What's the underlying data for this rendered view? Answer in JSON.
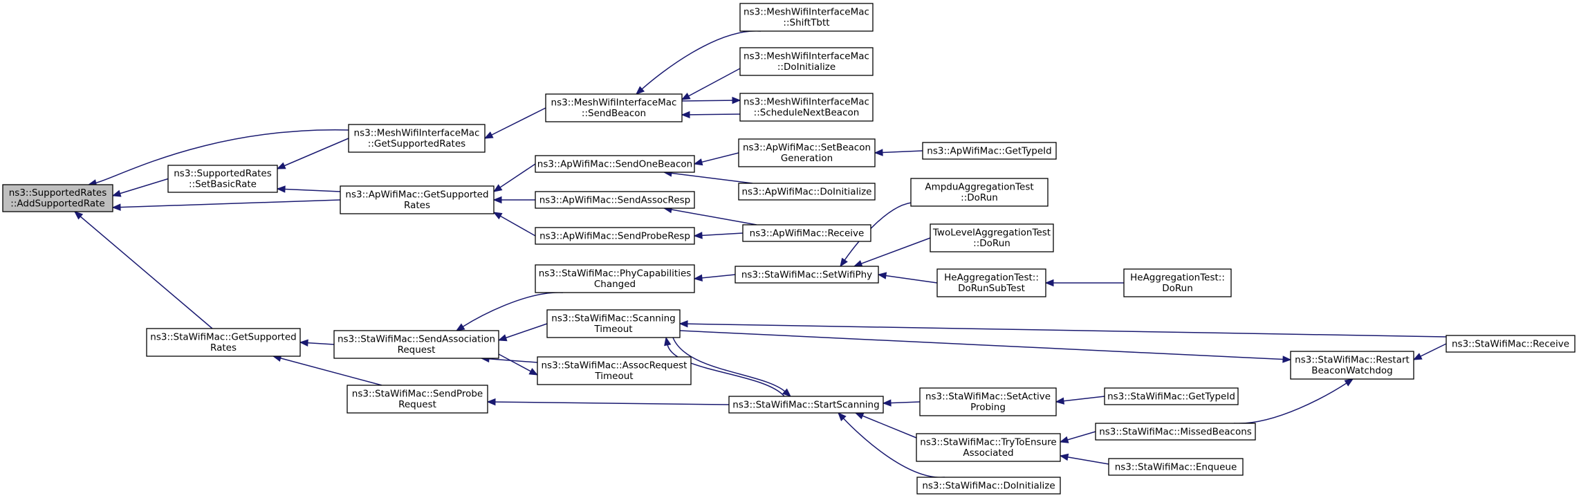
{
  "nodes": [
    {
      "id": "root",
      "lines": [
        "ns3::SupportedRates",
        "::AddSupportedRate"
      ],
      "root": true
    },
    {
      "id": "sr_setbasic",
      "lines": [
        "ns3::SupportedRates",
        "::SetBasicRate"
      ]
    },
    {
      "id": "mesh_getsup",
      "lines": [
        "ns3::MeshWifiInterfaceMac",
        "::GetSupportedRates"
      ]
    },
    {
      "id": "ap_getsup",
      "lines": [
        "ns3::ApWifiMac::GetSupported",
        "Rates"
      ]
    },
    {
      "id": "sta_getsup",
      "lines": [
        "ns3::StaWifiMac::GetSupported",
        "Rates"
      ]
    },
    {
      "id": "mesh_sendbeacon",
      "lines": [
        "ns3::MeshWifiInterfaceMac",
        "::SendBeacon"
      ]
    },
    {
      "id": "mesh_shifttbtt",
      "lines": [
        "ns3::MeshWifiInterfaceMac",
        "::ShiftTbtt"
      ]
    },
    {
      "id": "mesh_doinit",
      "lines": [
        "ns3::MeshWifiInterfaceMac",
        "::DoInitialize"
      ]
    },
    {
      "id": "mesh_schednext",
      "lines": [
        "ns3::MeshWifiInterfaceMac",
        "::ScheduleNextBeacon"
      ]
    },
    {
      "id": "ap_sendone",
      "lines": [
        "ns3::ApWifiMac::SendOneBeacon"
      ]
    },
    {
      "id": "ap_sendassoc",
      "lines": [
        "ns3::ApWifiMac::SendAssocResp"
      ]
    },
    {
      "id": "ap_sendprobe",
      "lines": [
        "ns3::ApWifiMac::SendProbeResp"
      ]
    },
    {
      "id": "ap_setbeacon",
      "lines": [
        "ns3::ApWifiMac::SetBeacon",
        "Generation"
      ]
    },
    {
      "id": "ap_doinit",
      "lines": [
        "ns3::ApWifiMac::DoInitialize"
      ]
    },
    {
      "id": "ap_receive",
      "lines": [
        "ns3::ApWifiMac::Receive"
      ]
    },
    {
      "id": "ap_gettypeid",
      "lines": [
        "ns3::ApWifiMac::GetTypeId"
      ]
    },
    {
      "id": "sta_phycap",
      "lines": [
        "ns3::StaWifiMac::PhyCapabilities",
        "Changed"
      ]
    },
    {
      "id": "sta_setwifiphy",
      "lines": [
        "ns3::StaWifiMac::SetWifiPhy"
      ]
    },
    {
      "id": "ampdu_dorun",
      "lines": [
        "AmpduAggregationTest",
        "::DoRun"
      ]
    },
    {
      "id": "twolevel_dorun",
      "lines": [
        "TwoLevelAggregationTest",
        "::DoRun"
      ]
    },
    {
      "id": "he_dorunsub",
      "lines": [
        "HeAggregationTest::",
        "DoRunSubTest"
      ]
    },
    {
      "id": "he_dorun",
      "lines": [
        "HeAggregationTest::",
        "DoRun"
      ]
    },
    {
      "id": "sta_sendassocreq",
      "lines": [
        "ns3::StaWifiMac::SendAssociation",
        "Request"
      ]
    },
    {
      "id": "sta_scantimeout",
      "lines": [
        "ns3::StaWifiMac::Scanning",
        "Timeout"
      ]
    },
    {
      "id": "sta_assocreqtimeout",
      "lines": [
        "ns3::StaWifiMac::AssocRequest",
        "Timeout"
      ]
    },
    {
      "id": "sta_sendprobereq",
      "lines": [
        "ns3::StaWifiMac::SendProbe",
        "Request"
      ]
    },
    {
      "id": "sta_startscan",
      "lines": [
        "ns3::StaWifiMac::StartScanning"
      ]
    },
    {
      "id": "sta_setactive",
      "lines": [
        "ns3::StaWifiMac::SetActive",
        "Probing"
      ]
    },
    {
      "id": "sta_trytoensure",
      "lines": [
        "ns3::StaWifiMac::TryToEnsure",
        "Associated"
      ]
    },
    {
      "id": "sta_doinit",
      "lines": [
        "ns3::StaWifiMac::DoInitialize"
      ]
    },
    {
      "id": "sta_gettypeid",
      "lines": [
        "ns3::StaWifiMac::GetTypeId"
      ]
    },
    {
      "id": "sta_missed",
      "lines": [
        "ns3::StaWifiMac::MissedBeacons"
      ]
    },
    {
      "id": "sta_enqueue",
      "lines": [
        "ns3::StaWifiMac::Enqueue"
      ]
    },
    {
      "id": "sta_restart",
      "lines": [
        "ns3::StaWifiMac::Restart",
        "BeaconWatchdog"
      ]
    },
    {
      "id": "sta_receive",
      "lines": [
        "ns3::StaWifiMac::Receive"
      ]
    }
  ],
  "edges": [
    {
      "from": "sr_setbasic",
      "to": "root"
    },
    {
      "from": "mesh_getsup",
      "to": "root"
    },
    {
      "from": "ap_getsup",
      "to": "root"
    },
    {
      "from": "sta_getsup",
      "to": "root"
    },
    {
      "from": "mesh_getsup",
      "to": "sr_setbasic"
    },
    {
      "from": "ap_getsup",
      "to": "sr_setbasic"
    },
    {
      "from": "mesh_sendbeacon",
      "to": "mesh_getsup"
    },
    {
      "from": "mesh_shifttbtt",
      "to": "mesh_sendbeacon"
    },
    {
      "from": "mesh_doinit",
      "to": "mesh_sendbeacon"
    },
    {
      "from": "mesh_schednext",
      "to": "mesh_sendbeacon"
    },
    {
      "from": "mesh_sendbeacon",
      "to": "mesh_schednext"
    },
    {
      "from": "ap_sendone",
      "to": "ap_getsup"
    },
    {
      "from": "ap_sendassoc",
      "to": "ap_getsup"
    },
    {
      "from": "ap_sendprobe",
      "to": "ap_getsup"
    },
    {
      "from": "ap_setbeacon",
      "to": "ap_sendone"
    },
    {
      "from": "ap_doinit",
      "to": "ap_sendone"
    },
    {
      "from": "ap_gettypeid",
      "to": "ap_setbeacon"
    },
    {
      "from": "ap_receive",
      "to": "ap_sendassoc"
    },
    {
      "from": "ap_receive",
      "to": "ap_sendprobe"
    },
    {
      "from": "sta_sendassocreq",
      "to": "sta_getsup"
    },
    {
      "from": "sta_sendprobereq",
      "to": "sta_getsup"
    },
    {
      "from": "sta_phycap",
      "to": "sta_sendassocreq"
    },
    {
      "from": "sta_scantimeout",
      "to": "sta_sendassocreq"
    },
    {
      "from": "sta_assocreqtimeout",
      "to": "sta_sendassocreq"
    },
    {
      "from": "sta_sendassocreq",
      "to": "sta_assocreqtimeout"
    },
    {
      "from": "sta_setwifiphy",
      "to": "sta_phycap"
    },
    {
      "from": "ampdu_dorun",
      "to": "sta_setwifiphy"
    },
    {
      "from": "twolevel_dorun",
      "to": "sta_setwifiphy"
    },
    {
      "from": "he_dorunsub",
      "to": "sta_setwifiphy"
    },
    {
      "from": "he_dorun",
      "to": "he_dorunsub"
    },
    {
      "from": "sta_startscan",
      "to": "sta_scantimeout"
    },
    {
      "from": "sta_scantimeout",
      "to": "sta_startscan"
    },
    {
      "from": "sta_receive",
      "to": "sta_scantimeout"
    },
    {
      "from": "sta_scantimeout",
      "to": "sta_restart"
    },
    {
      "from": "sta_startscan",
      "to": "sta_sendprobereq"
    },
    {
      "from": "sta_setactive",
      "to": "sta_startscan"
    },
    {
      "from": "sta_trytoensure",
      "to": "sta_startscan"
    },
    {
      "from": "sta_doinit",
      "to": "sta_startscan"
    },
    {
      "from": "sta_gettypeid",
      "to": "sta_setactive"
    },
    {
      "from": "sta_missed",
      "to": "sta_trytoensure"
    },
    {
      "from": "sta_enqueue",
      "to": "sta_trytoensure"
    },
    {
      "from": "sta_missed",
      "to": "sta_restart"
    },
    {
      "from": "sta_receive",
      "to": "sta_restart"
    }
  ],
  "colors": {
    "edge": "#191970",
    "root_fill": "#bfbfbf",
    "node_fill": "#ffffff",
    "border": "#000000"
  }
}
